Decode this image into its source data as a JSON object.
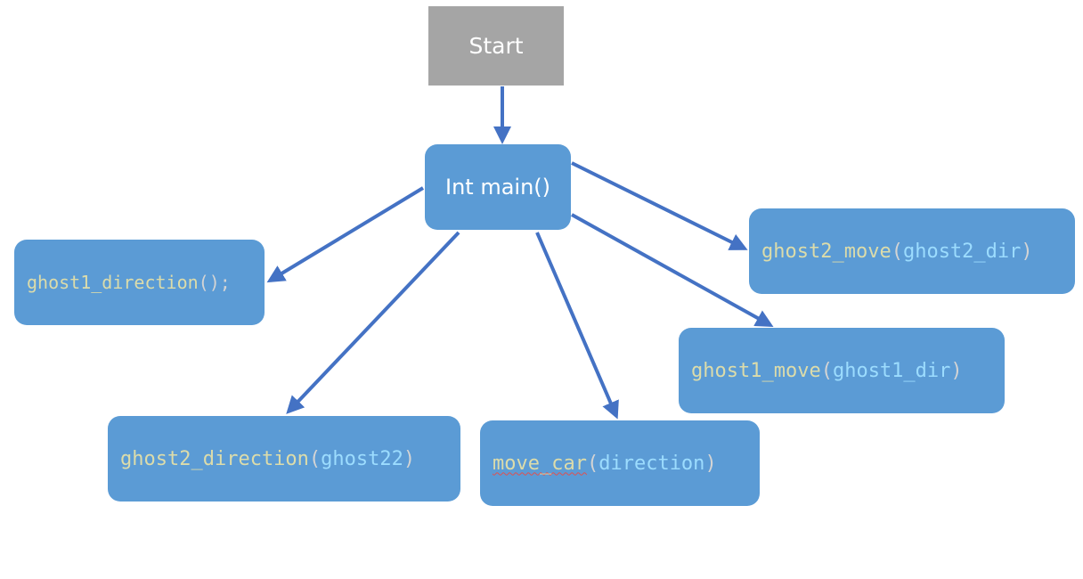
{
  "start": {
    "label": "Start"
  },
  "main": {
    "label": "Int main()"
  },
  "calls": {
    "ghost1_direction": {
      "fn": "ghost1_direction",
      "open": "();",
      "arg": "",
      "close": ""
    },
    "ghost2_move": {
      "fn": "ghost2_move",
      "open": "(",
      "arg": "ghost2_dir",
      "close": ")"
    },
    "ghost1_move": {
      "fn": "ghost1_move",
      "open": "(",
      "arg": "ghost1_dir",
      "close": ")"
    },
    "ghost2_direction": {
      "fn": "ghost2_direction",
      "open": "(",
      "arg": "ghost22",
      "close": ")"
    },
    "move_car": {
      "fn": "move_car",
      "open": "(",
      "arg": "direction",
      "close": ")"
    }
  },
  "colors": {
    "node_fill": "#5b9bd5",
    "start_fill": "#a5a5a5",
    "arrow": "#4472c4",
    "function_name": "#dcdcaa",
    "argument": "#9cdcfe",
    "punctuation": "#d4d4d4"
  }
}
